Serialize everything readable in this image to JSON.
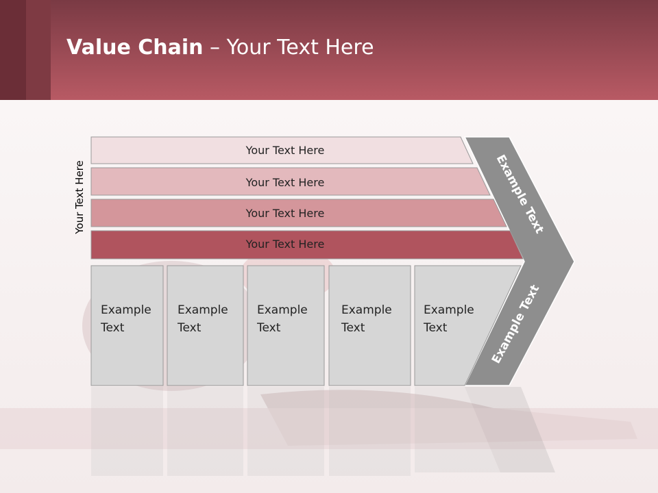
{
  "slide": {
    "title_bold": "Value Chain",
    "title_rest": " – Your Text Here",
    "side_label": "Your Text Here",
    "rows": [
      {
        "label": "Your Text Here",
        "color": "#f1dfe1"
      },
      {
        "label": "Your Text Here",
        "color": "#e3b9bd"
      },
      {
        "label": "Your Text Here",
        "color": "#d4969b"
      },
      {
        "label": "Your Text Here",
        "color": "#b0545e"
      }
    ],
    "boxes": [
      {
        "line1": "Example",
        "line2": "Text"
      },
      {
        "line1": "Example",
        "line2": "Text"
      },
      {
        "line1": "Example",
        "line2": "Text"
      },
      {
        "line1": "Example",
        "line2": "Text"
      },
      {
        "line1": "Example",
        "line2": "Text"
      }
    ],
    "chevron_top_label": "Example Text",
    "chevron_bottom_label": "Example Text",
    "accent_color": "#8e8e8e"
  }
}
